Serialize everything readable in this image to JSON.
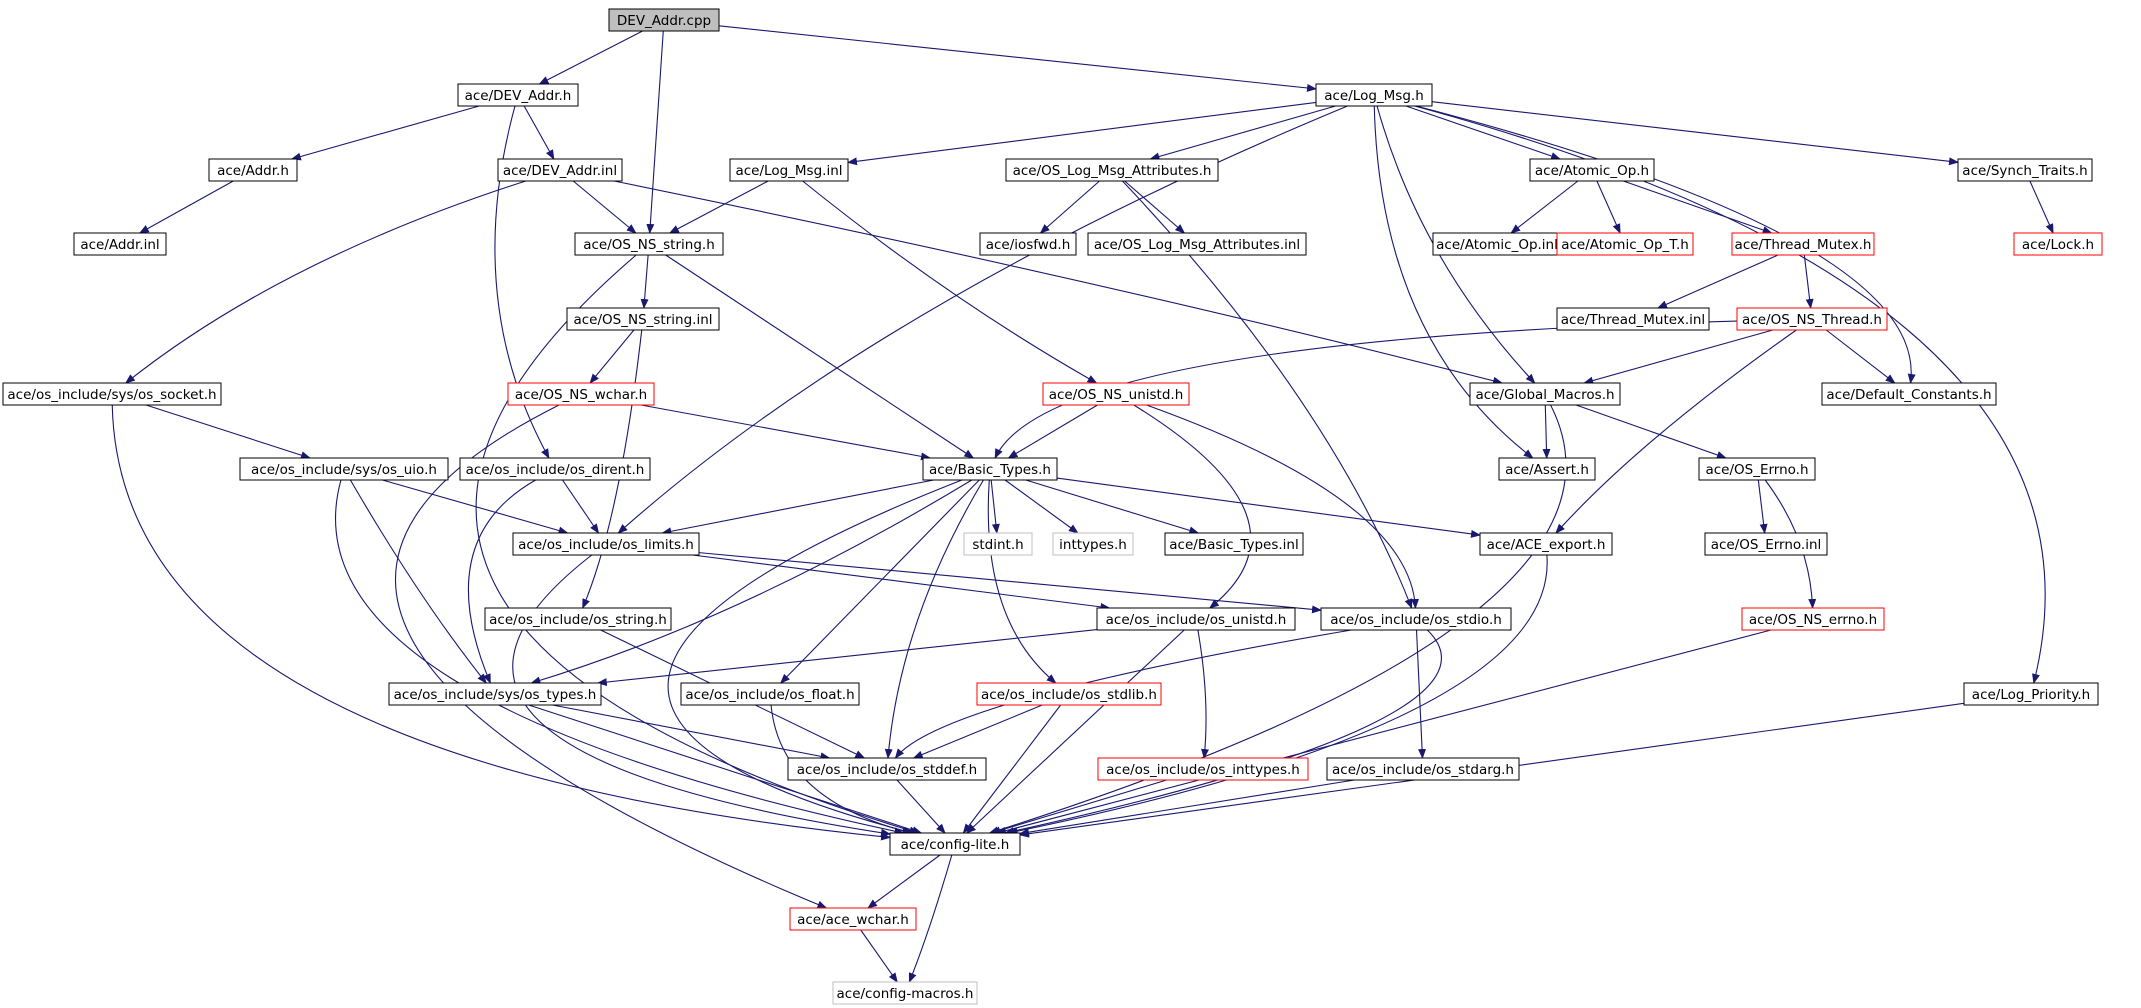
{
  "diagram": {
    "colors": {
      "edge": "#191970",
      "root_fill": "#bfbfbf",
      "border_normal": "#000000",
      "border_truncated": "#ff0000",
      "border_external": "#bfbfbf"
    },
    "nodes": [
      {
        "id": "dev_addr_cpp",
        "label": "DEV_Addr.cpp",
        "style": "root"
      },
      {
        "id": "ace_dev_addr_h",
        "label": "ace/DEV_Addr.h",
        "style": "normal"
      },
      {
        "id": "ace_log_msg_h",
        "label": "ace/Log_Msg.h",
        "style": "normal"
      },
      {
        "id": "ace_addr_h",
        "label": "ace/Addr.h",
        "style": "normal"
      },
      {
        "id": "ace_dev_addr_inl",
        "label": "ace/DEV_Addr.inl",
        "style": "normal"
      },
      {
        "id": "ace_log_msg_inl",
        "label": "ace/Log_Msg.inl",
        "style": "normal"
      },
      {
        "id": "ace_os_log_msg_attributes_h",
        "label": "ace/OS_Log_Msg_Attributes.h",
        "style": "normal"
      },
      {
        "id": "ace_atomic_op_h",
        "label": "ace/Atomic_Op.h",
        "style": "normal"
      },
      {
        "id": "ace_synch_traits_h",
        "label": "ace/Synch_Traits.h",
        "style": "normal"
      },
      {
        "id": "ace_addr_inl",
        "label": "ace/Addr.inl",
        "style": "normal"
      },
      {
        "id": "ace_os_ns_string_h",
        "label": "ace/OS_NS_string.h",
        "style": "normal"
      },
      {
        "id": "ace_iosfwd_h",
        "label": "ace/iosfwd.h",
        "style": "normal"
      },
      {
        "id": "ace_os_log_msg_attributes_inl",
        "label": "ace/OS_Log_Msg_Attributes.inl",
        "style": "normal"
      },
      {
        "id": "ace_atomic_op_inl",
        "label": "ace/Atomic_Op.inl",
        "style": "normal"
      },
      {
        "id": "ace_atomic_op_t_h",
        "label": "ace/Atomic_Op_T.h",
        "style": "truncated"
      },
      {
        "id": "ace_thread_mutex_h",
        "label": "ace/Thread_Mutex.h",
        "style": "truncated"
      },
      {
        "id": "ace_lock_h",
        "label": "ace/Lock.h",
        "style": "truncated"
      },
      {
        "id": "ace_os_ns_string_inl",
        "label": "ace/OS_NS_string.inl",
        "style": "normal"
      },
      {
        "id": "ace_thread_mutex_inl",
        "label": "ace/Thread_Mutex.inl",
        "style": "normal"
      },
      {
        "id": "ace_os_ns_thread_h",
        "label": "ace/OS_NS_Thread.h",
        "style": "truncated"
      },
      {
        "id": "ace_os_include_sys_os_socket_h",
        "label": "ace/os_include/sys/os_socket.h",
        "style": "normal"
      },
      {
        "id": "ace_os_ns_wchar_h",
        "label": "ace/OS_NS_wchar.h",
        "style": "truncated"
      },
      {
        "id": "ace_os_ns_unistd_h",
        "label": "ace/OS_NS_unistd.h",
        "style": "truncated"
      },
      {
        "id": "ace_global_macros_h",
        "label": "ace/Global_Macros.h",
        "style": "normal"
      },
      {
        "id": "ace_default_constants_h",
        "label": "ace/Default_Constants.h",
        "style": "normal"
      },
      {
        "id": "ace_os_include_sys_os_uio_h",
        "label": "ace/os_include/sys/os_uio.h",
        "style": "normal"
      },
      {
        "id": "ace_os_include_os_dirent_h",
        "label": "ace/os_include/os_dirent.h",
        "style": "normal"
      },
      {
        "id": "ace_basic_types_h",
        "label": "ace/Basic_Types.h",
        "style": "normal"
      },
      {
        "id": "ace_assert_h",
        "label": "ace/Assert.h",
        "style": "normal"
      },
      {
        "id": "ace_os_errno_h",
        "label": "ace/OS_Errno.h",
        "style": "normal"
      },
      {
        "id": "ace_os_include_os_limits_h",
        "label": "ace/os_include/os_limits.h",
        "style": "normal"
      },
      {
        "id": "stdint_h",
        "label": "stdint.h",
        "style": "external"
      },
      {
        "id": "inttypes_h",
        "label": "inttypes.h",
        "style": "external"
      },
      {
        "id": "ace_basic_types_inl",
        "label": "ace/Basic_Types.inl",
        "style": "normal"
      },
      {
        "id": "ace_ace_export_h",
        "label": "ace/ACE_export.h",
        "style": "normal"
      },
      {
        "id": "ace_os_errno_inl",
        "label": "ace/OS_Errno.inl",
        "style": "normal"
      },
      {
        "id": "ace_os_include_os_string_h",
        "label": "ace/os_include/os_string.h",
        "style": "normal"
      },
      {
        "id": "ace_os_include_os_unistd_h",
        "label": "ace/os_include/os_unistd.h",
        "style": "normal"
      },
      {
        "id": "ace_os_include_os_stdio_h",
        "label": "ace/os_include/os_stdio.h",
        "style": "normal"
      },
      {
        "id": "ace_os_ns_errno_h",
        "label": "ace/OS_NS_errno.h",
        "style": "truncated"
      },
      {
        "id": "ace_os_include_sys_os_types_h",
        "label": "ace/os_include/sys/os_types.h",
        "style": "normal"
      },
      {
        "id": "ace_os_include_os_float_h",
        "label": "ace/os_include/os_float.h",
        "style": "normal"
      },
      {
        "id": "ace_os_include_os_stdlib_h",
        "label": "ace/os_include/os_stdlib.h",
        "style": "truncated"
      },
      {
        "id": "ace_log_priority_h",
        "label": "ace/Log_Priority.h",
        "style": "normal"
      },
      {
        "id": "ace_os_include_os_stddef_h",
        "label": "ace/os_include/os_stddef.h",
        "style": "normal"
      },
      {
        "id": "ace_os_include_os_inttypes_h",
        "label": "ace/os_include/os_inttypes.h",
        "style": "truncated"
      },
      {
        "id": "ace_os_include_os_stdarg_h",
        "label": "ace/os_include/os_stdarg.h",
        "style": "normal"
      },
      {
        "id": "ace_config_lite_h",
        "label": "ace/config-lite.h",
        "style": "normal"
      },
      {
        "id": "ace_ace_wchar_h",
        "label": "ace/ace_wchar.h",
        "style": "truncated"
      },
      {
        "id": "ace_config_macros_h",
        "label": "ace/config-macros.h",
        "style": "external"
      }
    ]
  }
}
